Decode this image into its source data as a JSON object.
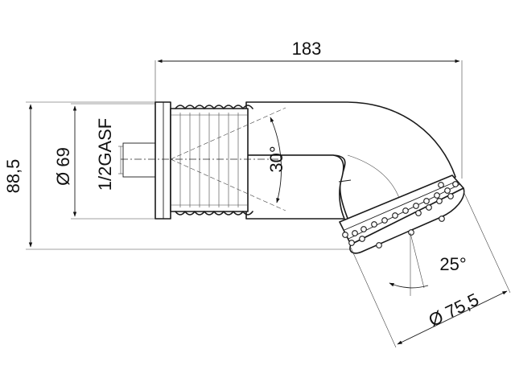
{
  "dimensions": {
    "overall_length": "183",
    "overall_height": "88,5",
    "flange_diameter": "Ø 69",
    "thread": "1/2GASF",
    "cone_angle": "30°",
    "head_tilt": "25°",
    "head_diameter": "Ø 75,5"
  }
}
